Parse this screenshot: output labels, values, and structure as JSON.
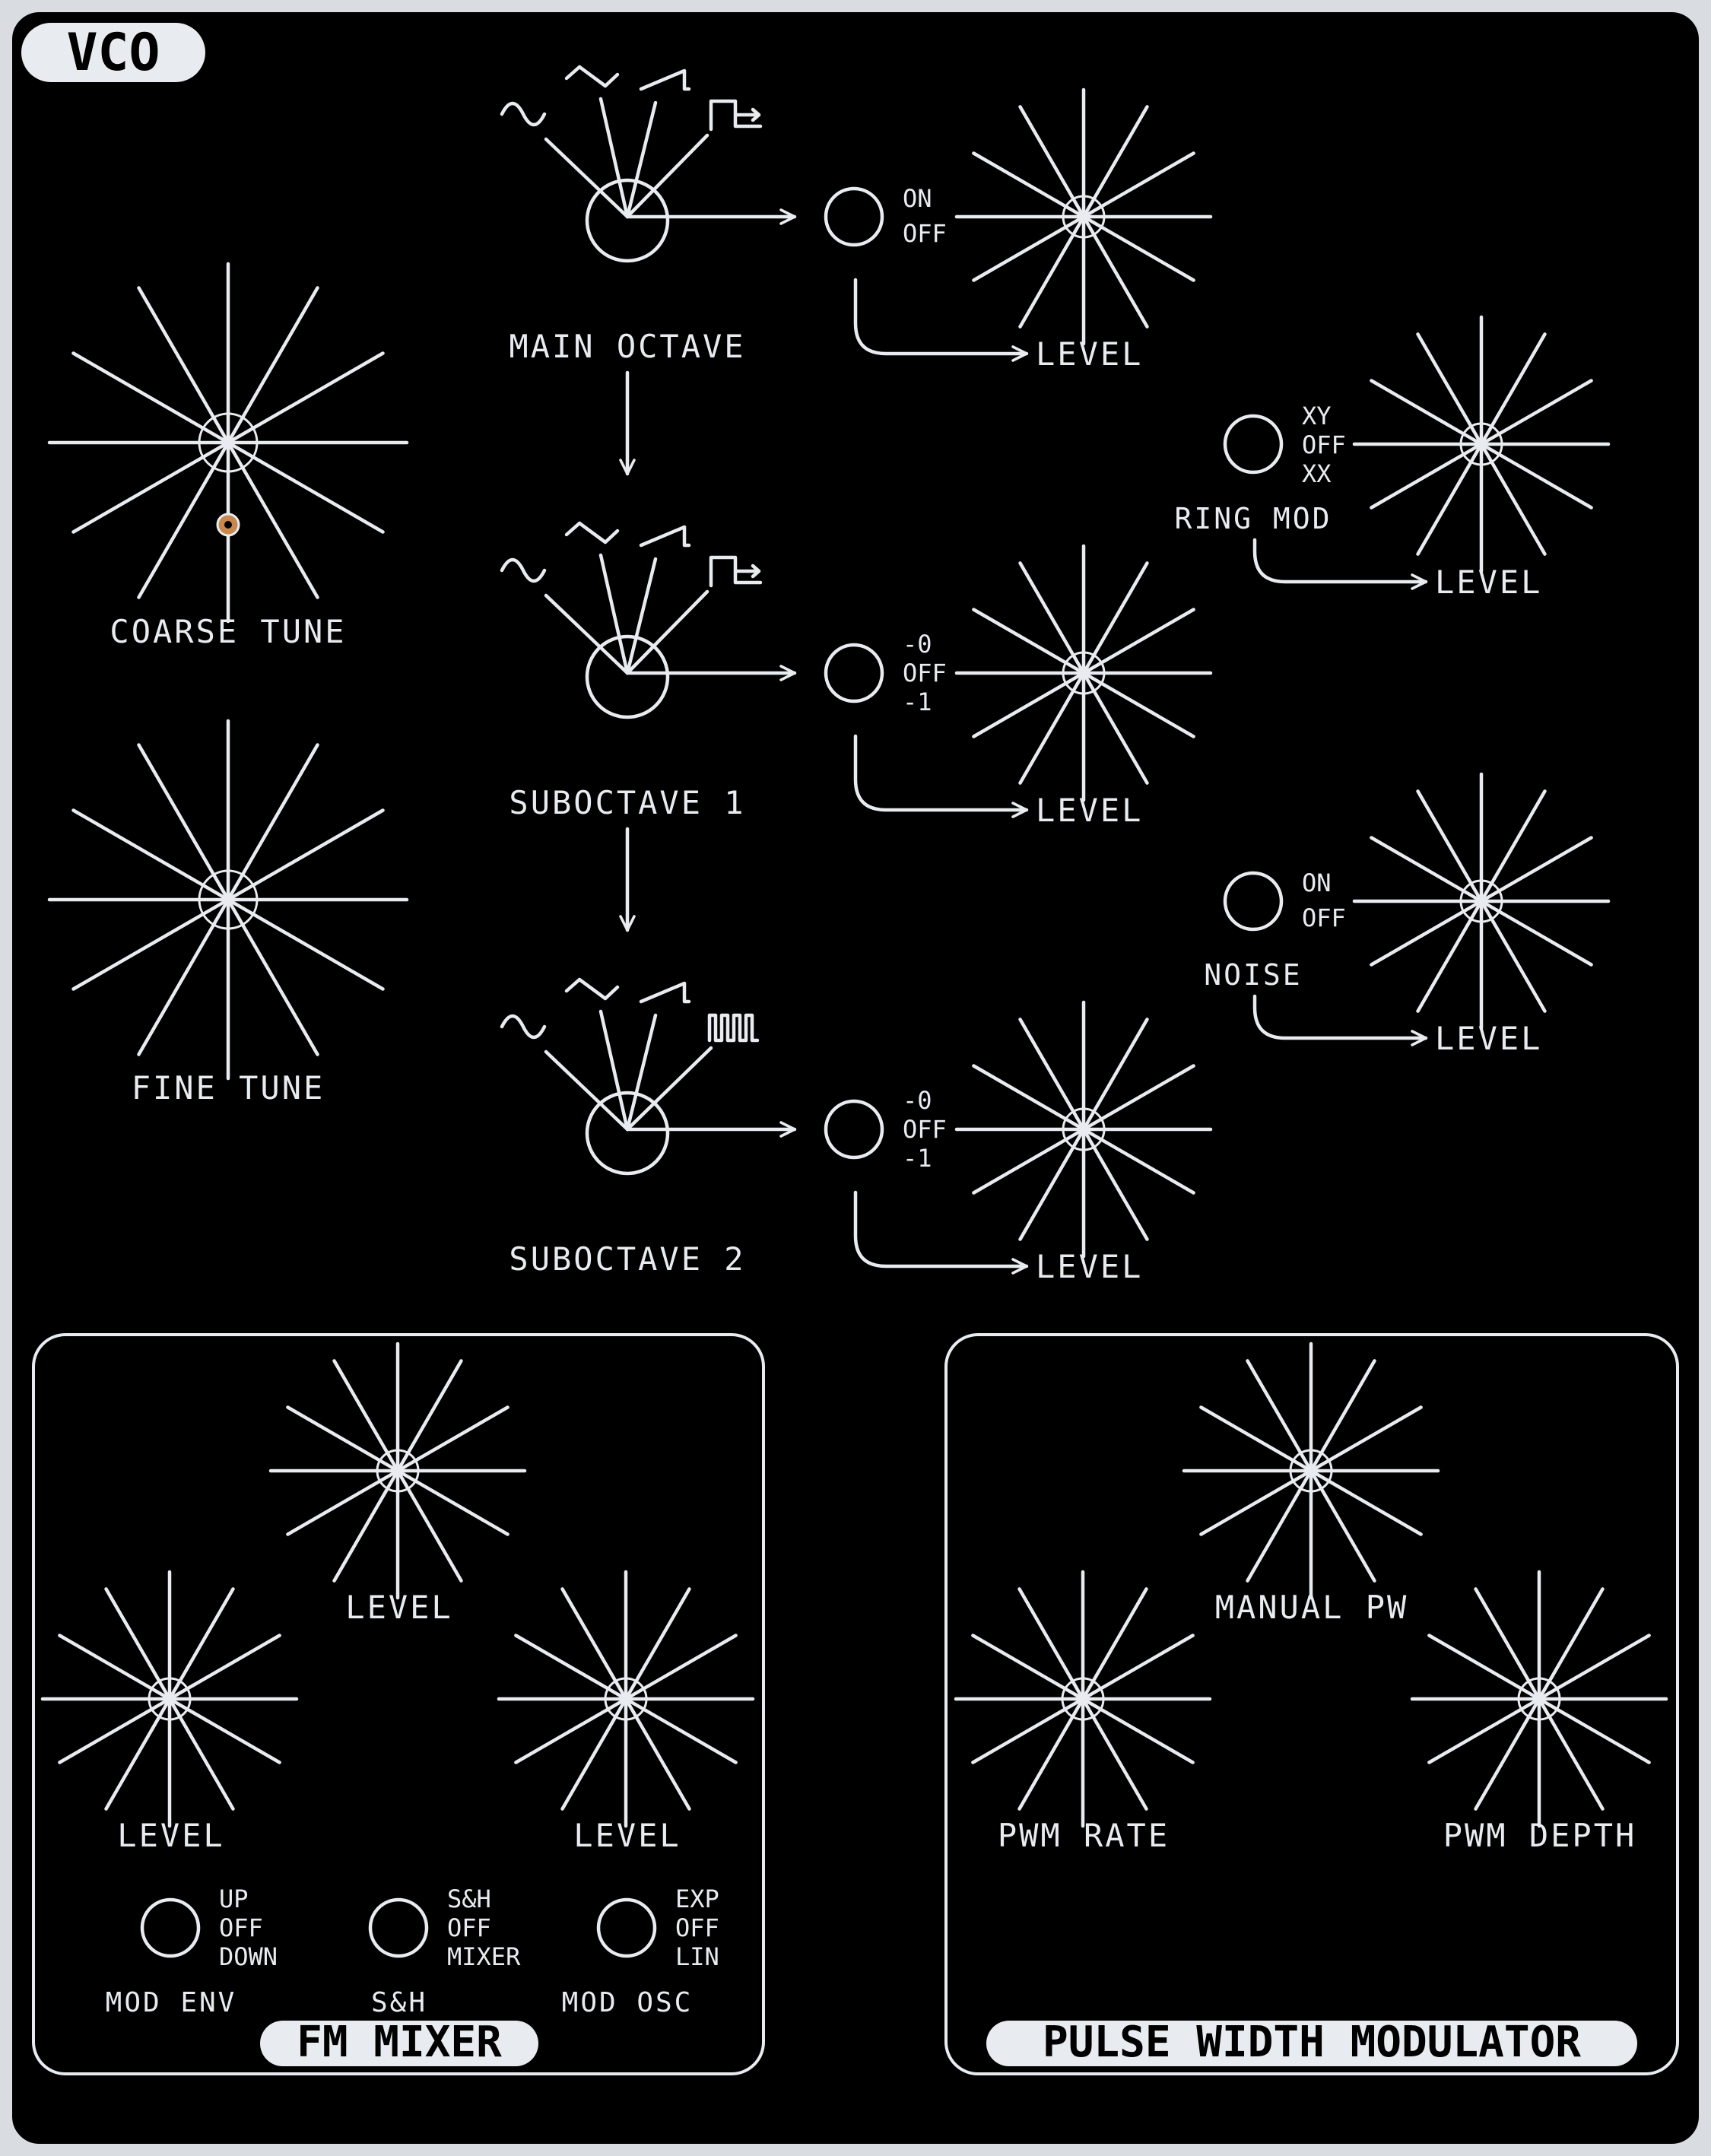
{
  "module": {
    "title": "VCO",
    "colors": {
      "panel": "#000000",
      "frame": "#d9dde2",
      "ink": "#e8ebef",
      "jack": "#c8874e"
    }
  },
  "tune": {
    "coarse_label": "COARSE TUNE",
    "fine_label": "FINE TUNE"
  },
  "oscillators": [
    {
      "name": "MAIN OCTAVE",
      "switch": [
        "ON",
        "OFF"
      ],
      "level_label": "LEVEL",
      "icons": [
        "sine-wave-icon",
        "triangle-wave-icon",
        "saw-wave-icon",
        "pulse-width-icon"
      ]
    },
    {
      "name": "SUBOCTAVE 1",
      "switch": [
        "-0",
        "OFF",
        "-1"
      ],
      "level_label": "LEVEL",
      "icons": [
        "sine-wave-icon",
        "triangle-wave-icon",
        "saw-wave-icon",
        "pulse-width-icon"
      ]
    },
    {
      "name": "SUBOCTAVE 2",
      "switch": [
        "-0",
        "OFF",
        "-1"
      ],
      "level_label": "LEVEL",
      "icons": [
        "sine-wave-icon",
        "triangle-wave-icon",
        "saw-wave-icon",
        "square-pulses-icon"
      ]
    }
  ],
  "ring_mod": {
    "name": "RING MOD",
    "switch": [
      "XY",
      "OFF",
      "XX"
    ],
    "level_label": "LEVEL"
  },
  "noise": {
    "name": "NOISE",
    "switch": [
      "ON",
      "OFF"
    ],
    "level_label": "LEVEL"
  },
  "fm_mixer": {
    "title": "FM MIXER",
    "knobs": [
      "LEVEL",
      "LEVEL",
      "LEVEL"
    ],
    "switches": [
      {
        "name": "MOD ENV",
        "options": [
          "UP",
          "OFF",
          "DOWN"
        ]
      },
      {
        "name": "S&H",
        "options": [
          "S&H",
          "OFF",
          "MIXER"
        ]
      },
      {
        "name": "MOD OSC",
        "options": [
          "EXP",
          "OFF",
          "LIN"
        ]
      }
    ]
  },
  "pwm": {
    "title": "PULSE WIDTH MODULATOR",
    "knobs": [
      "MANUAL PW",
      "PWM RATE",
      "PWM DEPTH"
    ]
  }
}
